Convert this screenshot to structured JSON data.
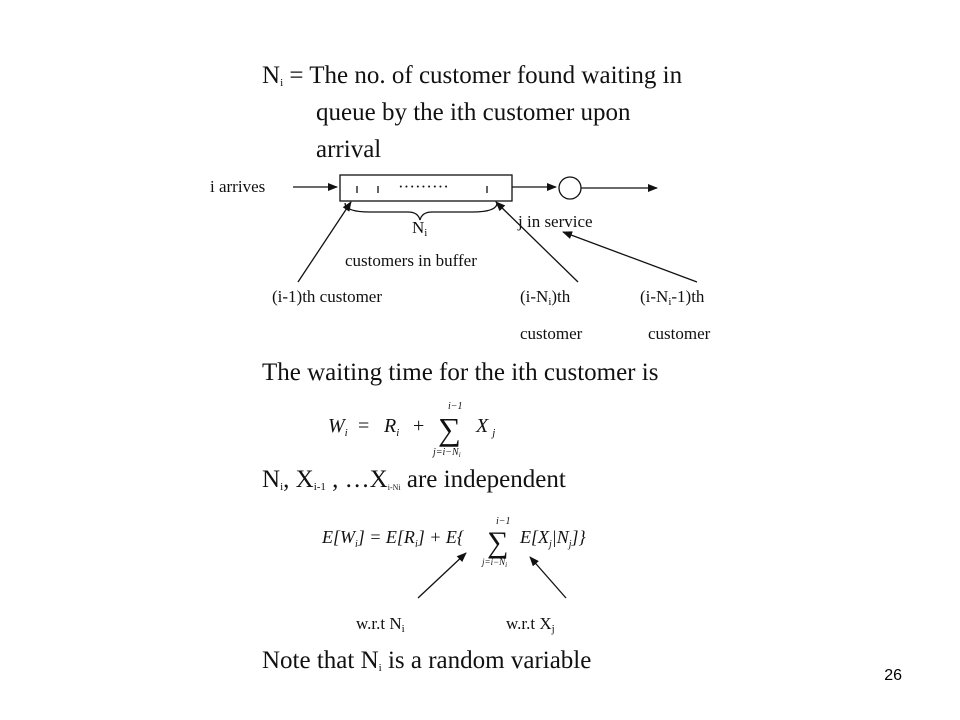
{
  "definition": {
    "symbol_base": "N",
    "symbol_sub": "i",
    "line1_rest": " = The no. of customer found waiting in",
    "line2": "queue by the ith customer upon",
    "line3": "arrival"
  },
  "diagram": {
    "arrival_label": "i arrives",
    "queue_dots": "·········",
    "buffer_n_base": "N",
    "buffer_n_sub": "i",
    "service_label": "j in service",
    "buffer_caption": "customers in buffer",
    "label_prev": "(i-1)th customer",
    "label_first_a": "(i-N",
    "label_first_sub": "i",
    "label_first_b": ")th",
    "label_first_line2": "customer",
    "label_service_a": "(i-N",
    "label_service_sub": "i",
    "label_service_b": "-1)th",
    "label_service_line2": "customer"
  },
  "waiting_time": {
    "heading": "The waiting time for the ith customer is",
    "lhs": "W",
    "lhs_sub": "i",
    "eq": "=",
    "r": "R",
    "r_sub": "i",
    "plus": "+",
    "sum_upper": "i−1",
    "sum_sigma": "∑",
    "sum_lower": "j=i−N",
    "sum_lower_sub": "i",
    "x": "X",
    "x_sub": "j"
  },
  "independence": {
    "n": "N",
    "n_sub": "i",
    "sep1": ", X",
    "x1_sub": "i-1",
    "sep2": " , …X",
    "x2_sub": "i-Ni",
    "rest": " are independent"
  },
  "expectation": {
    "text_a": "E[W",
    "sub_a": "i",
    "text_b": "] = E[R",
    "sub_b": "i",
    "text_c": "] + E{",
    "sum_upper": "i−1",
    "sum_sigma": "∑",
    "sum_lower": "j=i−N",
    "sum_lower_sub": "i",
    "text_d": "E[X",
    "sub_d": "j",
    "text_e": "|N",
    "sub_e": "j",
    "text_f": "]}"
  },
  "annotations": {
    "wrt_n_base": "w.r.t N",
    "wrt_n_sub": "i",
    "wrt_x_base": "w.r.t X",
    "wrt_x_sub": "j"
  },
  "note": {
    "a": "Note that N",
    "sub": "i",
    "b": " is a random variable"
  },
  "page_number": "26"
}
